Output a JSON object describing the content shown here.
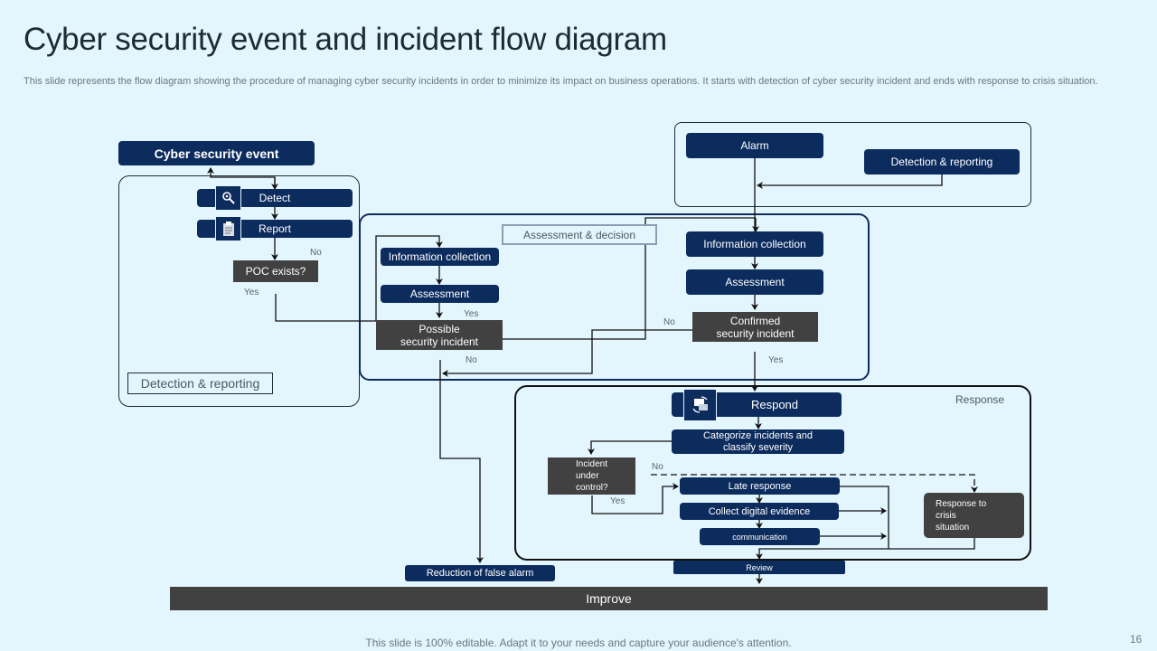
{
  "slide": {
    "title": "Cyber security event and incident flow diagram",
    "subtitle": "This slide represents the flow diagram showing the procedure of managing cyber security incidents in order to minimize its impact on business operations. It starts with detection of cyber  security incident and ends with response to crisis situation.",
    "footer": "This slide is 100% editable. Adapt it to your needs and capture your audience's attention.",
    "page_number": "16"
  },
  "detection_group": {
    "label": "Detection & reporting",
    "event": "Cyber security event",
    "detect": "Detect",
    "report": "Report",
    "poc": "POC exists?",
    "no": "No",
    "yes": "Yes",
    "icons": {
      "detect": "magnifier-icon",
      "report": "clipboard-icon"
    }
  },
  "alarm_group": {
    "alarm": "Alarm",
    "detection_reporting": "Detection & reporting"
  },
  "assessment_group": {
    "label": "Assessment & decision",
    "left": {
      "info": "Information collection",
      "assess": "Assessment",
      "possible_line1": "Possible",
      "possible_line2": "security incident",
      "yes": "Yes",
      "no": "No"
    },
    "right": {
      "info": "Information collection",
      "assess": "Assessment",
      "confirmed_line1": "Confirmed",
      "confirmed_line2": "security incident",
      "no": "No",
      "yes": "Yes"
    }
  },
  "response_group": {
    "label": "Response",
    "respond": "Respond",
    "categorize_line1": "Categorize incidents and",
    "categorize_line2": "classify severity",
    "incident_line1": "Incident",
    "incident_line2": "under",
    "incident_line3": "control?",
    "no": "No",
    "yes": "Yes",
    "late": "Late response",
    "collect": "Collect digital evidence",
    "communication": "communication",
    "crisis_line1": "Response to",
    "crisis_line2": "crisis",
    "crisis_line3": "situation",
    "icon": "chat-refresh-icon"
  },
  "bottom": {
    "review": "Review",
    "reduction": "Reduction of false alarm",
    "improve": "Improve"
  }
}
